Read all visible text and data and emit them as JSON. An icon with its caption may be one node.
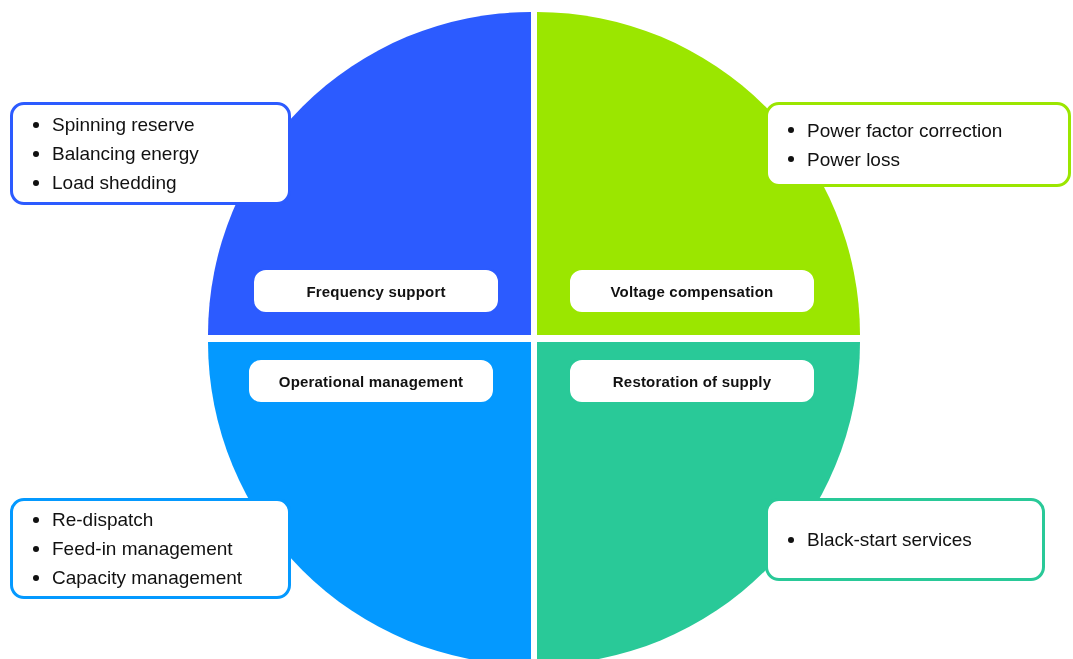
{
  "diagram": {
    "nodes": [
      {
        "text": [],
        "shape": "quarter-circle"
      },
      {
        "text": [
          "Frequency support"
        ],
        "in": 0
      },
      {
        "text": [],
        "shape": "quarter-circle"
      },
      {
        "text": [
          "Voltage compensation"
        ],
        "in": 2
      },
      {
        "text": [],
        "shape": "quarter-circle"
      },
      {
        "text": [
          "Operational management"
        ],
        "in": 4
      },
      {
        "text": [],
        "shape": "quarter-circle"
      },
      {
        "text": [
          "Restoration of supply"
        ],
        "in": 6
      },
      {
        "text": [
          "Spinning reserve",
          "Balancing energy",
          "Load shedding"
        ]
      },
      {
        "text": [
          "Power factor correction",
          "Power loss"
        ]
      },
      {
        "text": [
          "Re-dispatch",
          "Feed-in management",
          "Capacity management"
        ]
      },
      {
        "text": [
          "Black-start services"
        ]
      }
    ]
  }
}
